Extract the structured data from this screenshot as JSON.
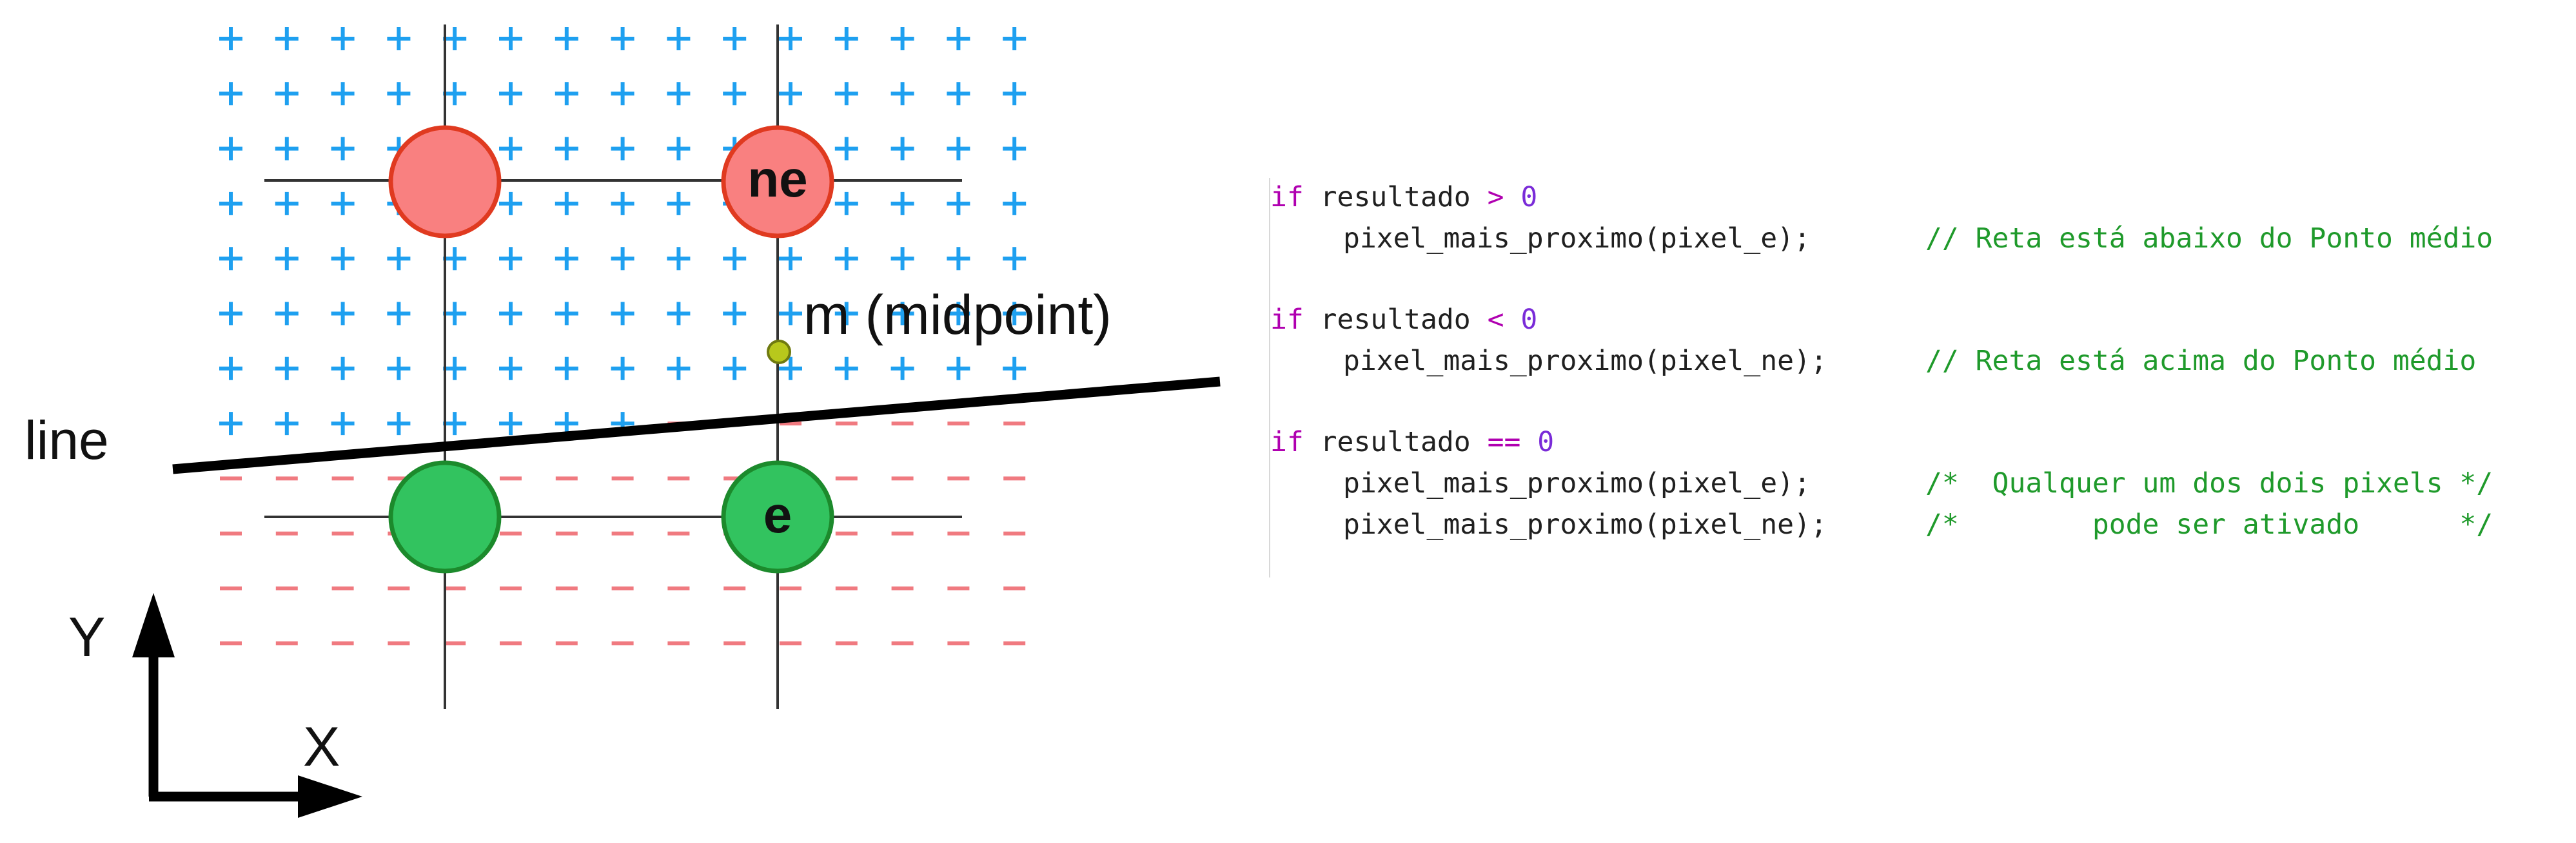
{
  "diagram": {
    "labels": {
      "ne": "ne",
      "e": "e",
      "midpoint": "m (midpoint)",
      "line": "line",
      "y_axis": "Y",
      "x_axis": "X"
    },
    "colors": {
      "plus_marks": "#1ea0f0",
      "minus_marks": "#f07a80",
      "upper_pixels_fill": "#f98080",
      "upper_pixels_stroke": "#e03a20",
      "lower_pixels_fill": "#32c35f",
      "lower_pixels_stroke": "#1c8a2c",
      "midpoint_fill": "#b8c81c",
      "grid_lines": "#333333",
      "line": "#000000"
    }
  },
  "code": {
    "blocks": [
      {
        "keyword": "if",
        "variable": "resultado",
        "operator": ">",
        "value": "0",
        "statements": [
          {
            "call": "pixel_mais_proximo(pixel_e);",
            "comment": "// Reta está abaixo do Ponto médio"
          }
        ]
      },
      {
        "keyword": "if",
        "variable": "resultado",
        "operator": "<",
        "value": "0",
        "statements": [
          {
            "call": "pixel_mais_proximo(pixel_ne);",
            "comment": "// Reta está acima do Ponto médio"
          }
        ]
      },
      {
        "keyword": "if",
        "variable": "resultado",
        "operator": "==",
        "value": "0",
        "statements": [
          {
            "call": "pixel_mais_proximo(pixel_e);",
            "comment": "/*  Qualquer um dos dois pixels */"
          },
          {
            "call": "pixel_mais_proximo(pixel_ne);",
            "comment": "/*        pode ser ativado      */"
          }
        ]
      }
    ],
    "colors": {
      "keyword": "#b000b0",
      "number": "#7a2bd8",
      "comment": "#1f9a2b",
      "text": "#202020"
    }
  }
}
